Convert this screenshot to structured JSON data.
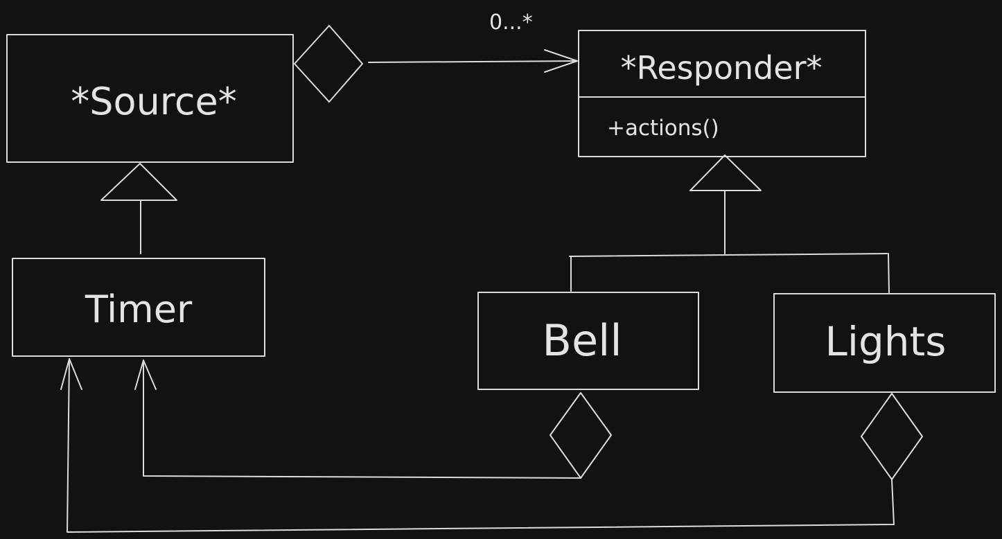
{
  "diagram": {
    "background": "#121212",
    "stroke": "#dcdcdc",
    "classes": {
      "source": {
        "name": "*Source*"
      },
      "responder": {
        "name": "*Responder*",
        "methods": [
          "+actions()"
        ]
      },
      "timer": {
        "name": "Timer"
      },
      "bell": {
        "name": "Bell"
      },
      "lights": {
        "name": "Lights"
      }
    },
    "relations": {
      "source_responder_multiplicity": "0...*"
    }
  }
}
